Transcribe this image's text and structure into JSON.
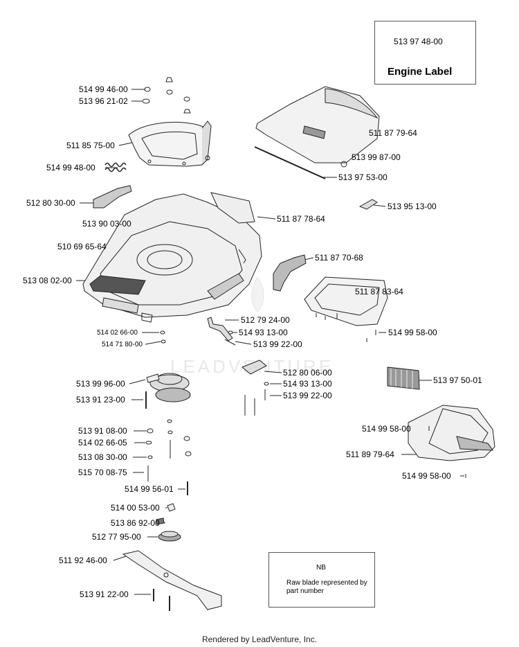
{
  "engine_label": {
    "part": "513 97 48-00",
    "title": "Engine Label"
  },
  "note": {
    "title": "NB",
    "text": "Raw blade represented by part number"
  },
  "watermark": "LEADVENTURE",
  "footer": "Rendered by LeadVenture, Inc.",
  "callouts": [
    "514 99 46-00",
    "513 96 21-02",
    "511 85 75-00",
    "514 99 48-00",
    "512 80 30-00",
    "513 90 03-00",
    "510 69 65-64",
    "513 08 02-00",
    "514 02 66-00",
    "514 71 80-00",
    "511 87 79-64",
    "513 99 87-00",
    "513 97 53-00",
    "513 95 13-00",
    "511 87 78-64",
    "511 87 70-68",
    "511 87 83-64",
    "512 79 24-00",
    "514 93 13-00",
    "513 99 22-00",
    "514 99 58-00",
    "512 80 06-00",
    "514 93 13-00",
    "513 99 22-00",
    "513 97 50-01",
    "514 99 58-00",
    "511 89 79-64",
    "514 99 58-00",
    "513 99 96-00",
    "513 91 23-00",
    "513 91 08-00",
    "514 02 66-05",
    "513 08 30-00",
    "515 70 08-75",
    "514 99 56-01",
    "514 00 53-00",
    "513 86 92-00",
    "512 77 95-00",
    "511 92 46-00",
    "513 91 22-00"
  ]
}
